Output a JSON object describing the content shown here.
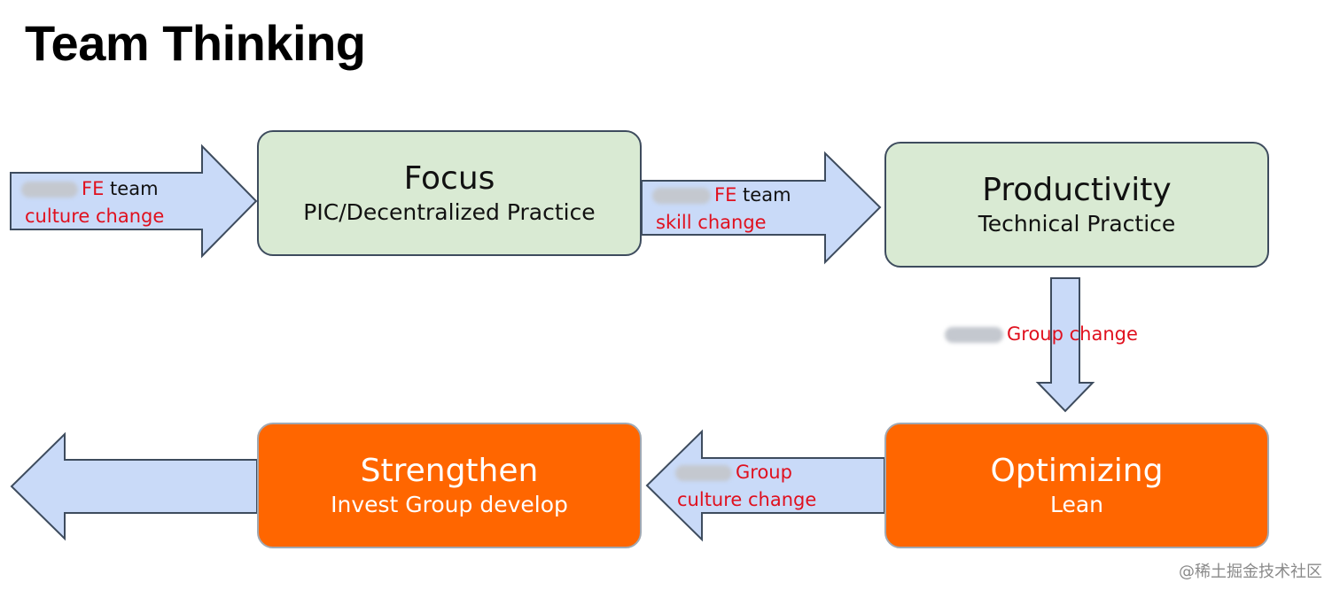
{
  "title": "Team Thinking",
  "colors": {
    "arrow_fill": "#c9daf8",
    "arrow_stroke": "#3e4c5e",
    "green_box": "#d9ead3",
    "orange_box": "#ff6600",
    "label_red": "#e0101e"
  },
  "boxes": {
    "focus": {
      "title": "Focus",
      "subtitle": "PIC/Decentralized Practice"
    },
    "productivity": {
      "title": "Productivity",
      "subtitle": "Technical Practice"
    },
    "optimizing": {
      "title": "Optimizing",
      "subtitle": "Lean"
    },
    "strengthen": {
      "title": "Strengthen",
      "subtitle": "Invest Group develop"
    }
  },
  "arrows": {
    "a1": {
      "line1_red": "FE",
      "line1_dark": "team",
      "line2": "culture change"
    },
    "a2": {
      "line1_red": "FE",
      "line1_dark": "team",
      "line2": "skill change"
    },
    "a3": {
      "line1": "Group change"
    },
    "a4": {
      "line1": "Group",
      "line2": "culture change"
    }
  },
  "watermark": "@稀土掘金技术社区"
}
